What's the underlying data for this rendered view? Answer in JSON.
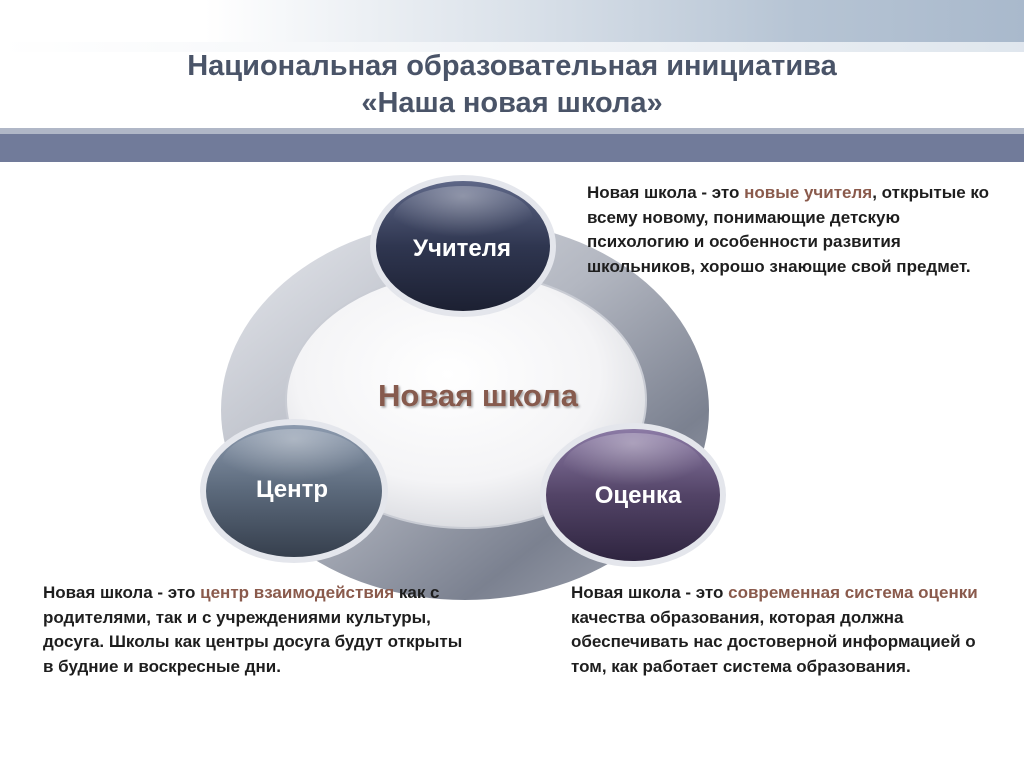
{
  "header": {
    "title_line1": "Национальная образовательная инициатива",
    "title_line2": "«Наша новая школа»"
  },
  "diagram": {
    "core_label": "Новая школа",
    "nodes": [
      {
        "id": "teachers",
        "label": "Учителя",
        "color": "#2c3248"
      },
      {
        "id": "center",
        "label": "Центр",
        "color": "#596778"
      },
      {
        "id": "assessment",
        "label": "Оценка",
        "color": "#4d3f60"
      }
    ]
  },
  "descriptions": {
    "teachers": {
      "prefix": "Новая школа - это ",
      "accent": "новые учителя",
      "rest": ", открытые ко всему новому, понимающие детскую психологию и особенности развития школьников, хорошо знающие свой предмет."
    },
    "center": {
      "prefix": "Новая школа - это ",
      "accent": "центр взаимодействия",
      "rest": " как с родителями, так и с учреждениями культуры, досуга. Школы как центры досуга будут открыты в будние и воскресные дни."
    },
    "assessment": {
      "prefix": "Новая школа - это ",
      "accent": "современная система оценки",
      "rest": " качества образования, которая должна обеспечивать нас достоверной информацией о том, как работает система образования."
    }
  },
  "colors": {
    "accent_text": "#8a5a4c",
    "band": "#717b9a",
    "title": "#4a5468"
  }
}
